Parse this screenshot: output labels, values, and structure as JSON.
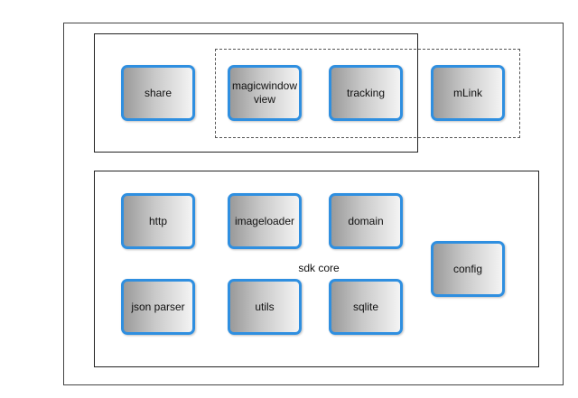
{
  "diagram": {
    "modules": {
      "share": "share",
      "magicwindow_view": "magicwindow\nview",
      "tracking": "tracking",
      "mlink": "mLink",
      "http": "http",
      "imageloader": "imageloader",
      "domain": "domain",
      "config": "config",
      "json_parser": "json parser",
      "utils": "utils",
      "sqlite": "sqlite"
    },
    "core_label": "sdk core"
  },
  "colors": {
    "module_border": "#2f8fe0",
    "module_fill_dark": "#9a9a9a",
    "module_fill_light": "#f4f4f4",
    "frame_line": "#222222"
  }
}
